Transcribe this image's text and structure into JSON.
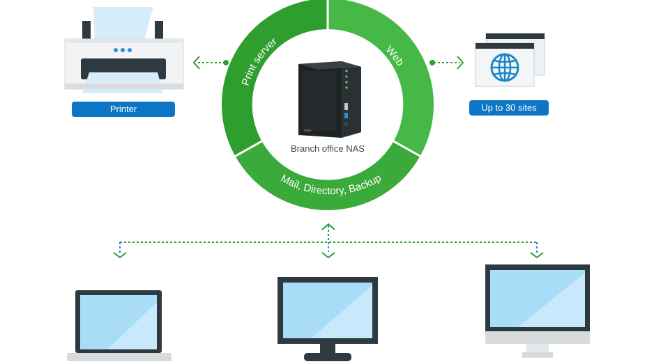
{
  "diagram": {
    "center_label": "Branch office NAS",
    "ring_segments": [
      {
        "label": "Print server",
        "color": "#2e9e2e"
      },
      {
        "label": "Web",
        "color": "#46b846"
      },
      {
        "label": "Mail, Directory, Backup",
        "color": "#3aaa3a"
      }
    ],
    "printer_label": "Printer",
    "sites_label": "Up to 30 sites",
    "clients": [
      {
        "type": "laptop"
      },
      {
        "type": "monitor"
      },
      {
        "type": "desktop"
      }
    ]
  },
  "colors": {
    "green_dark": "#2e9e2e",
    "green_light": "#46b846",
    "badge_blue": "#0d76c4",
    "connector_green": "#2e9e2e",
    "connector_blue": "#1a86c8",
    "screen_blue": "#a9dcf7",
    "device_dark": "#2f3a40"
  }
}
